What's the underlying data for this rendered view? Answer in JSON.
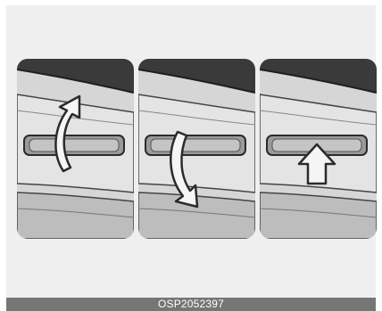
{
  "figure": {
    "caption": "OSP2052397",
    "panels": [
      {
        "id": "p1",
        "arrow": "rotate-up",
        "arrow_icon": "curved-arrow-up-icon"
      },
      {
        "id": "p2",
        "arrow": "rotate-down",
        "arrow_icon": "curved-arrow-down-icon"
      },
      {
        "id": "p3",
        "arrow": "push",
        "arrow_icon": "arrow-up-icon"
      }
    ],
    "colors": {
      "background": "#efefef",
      "caption_bar": "#767676",
      "outline": "#2b2b2b",
      "dark_panel": "#3a3a3a",
      "light_surface": "#d9d9d9"
    }
  }
}
